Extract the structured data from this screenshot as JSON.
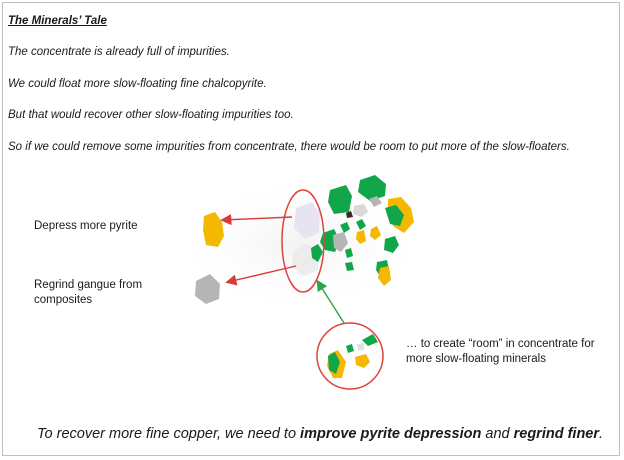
{
  "title": "The Minerals’ Tale",
  "lines": [
    "The concentrate is already full of impurities.",
    "We could float more slow-floating  fine chalcopyrite.",
    "But that would recover other slow-floating impurities too.",
    "So if we could remove some impurities from concentrate, there would be room to put more of the slow-floaters."
  ],
  "labels": {
    "depress": "Depress more pyrite",
    "regrind": "Regrind gangue from composites",
    "room": "… to create “room” in concentrate for more slow-floating minerals"
  },
  "conclusion": {
    "prefix": "To recover more fine copper, we need to ",
    "bold1": "improve pyrite depression",
    "middle": " and ",
    "bold2": "regrind finer",
    "suffix": "."
  },
  "colors": {
    "chalcopyrite_green": "#12a64a",
    "pyrite_yellow": "#f5b800",
    "gangue_grey": "#b5b5b5",
    "arrow_red": "#d93a3a",
    "arrow_green": "#2aa54a",
    "ellipse_red": "#e0443a"
  }
}
